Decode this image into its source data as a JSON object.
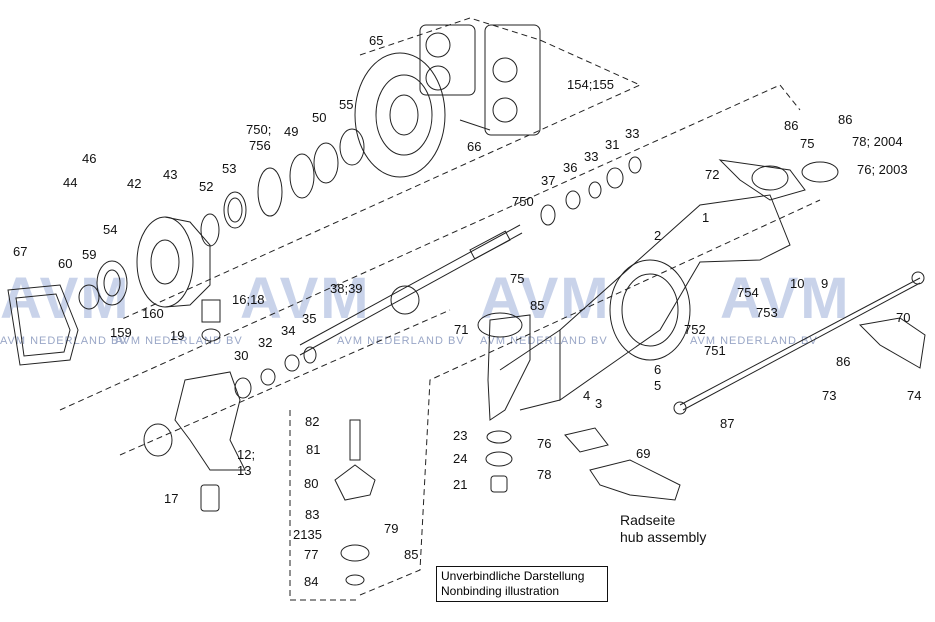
{
  "diagram": {
    "watermark": "AVM",
    "watermark_small": "AVM NEDERLAND BV",
    "note_lines": [
      "Unverbindliche Darstellung",
      "Nonbinding illustration"
    ],
    "caption_lines": [
      "Radseite",
      "hub assembly"
    ],
    "labels": [
      "65",
      "154;155",
      "66",
      "750;",
      "756",
      "49",
      "50",
      "55",
      "53",
      "52",
      "42",
      "43",
      "44",
      "46",
      "54",
      "59",
      "60",
      "67",
      "16;18",
      "19",
      "159",
      "160",
      "30",
      "32",
      "34",
      "35",
      "38;39",
      "37",
      "36",
      "33",
      "31",
      "33",
      "750",
      "86",
      "86",
      "75",
      "78; 2004",
      "76; 2003",
      "72",
      "1",
      "2",
      "10",
      "9",
      "754",
      "753",
      "752",
      "751",
      "71",
      "85",
      "75",
      "6",
      "5",
      "4",
      "3",
      "23",
      "24",
      "21",
      "76",
      "78",
      "69",
      "87",
      "70",
      "86",
      "73",
      "74",
      "82",
      "81",
      "80",
      "83",
      "2135",
      "79",
      "77",
      "85",
      "84",
      "12;",
      "13",
      "17"
    ]
  }
}
